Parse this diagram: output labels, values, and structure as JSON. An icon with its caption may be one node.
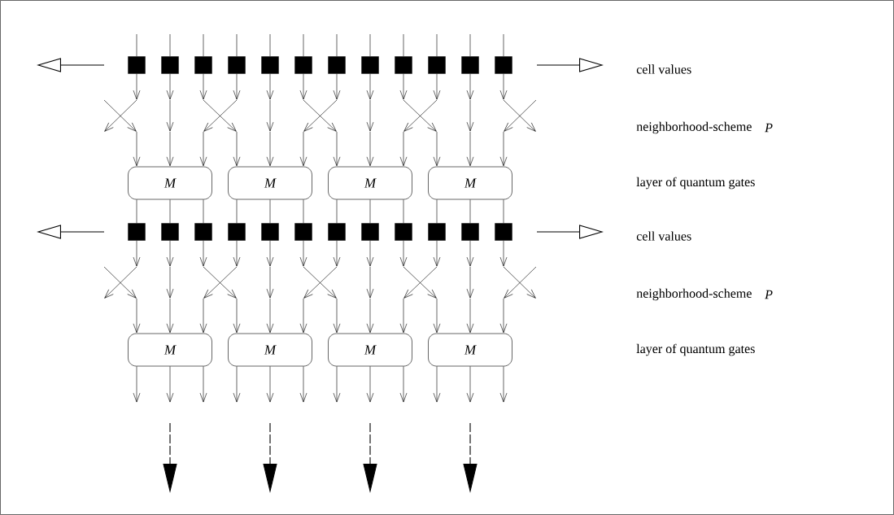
{
  "diagram": {
    "nodes": [
      {
        "text": [],
        "shape": "box"
      },
      {
        "text": [],
        "shape": "box"
      },
      {
        "text": [],
        "shape": "box"
      },
      {
        "text": [],
        "shape": "box"
      },
      {
        "text": [],
        "shape": "box"
      },
      {
        "text": [],
        "shape": "box"
      },
      {
        "text": [],
        "shape": "box"
      },
      {
        "text": [],
        "shape": "box"
      },
      {
        "text": [],
        "shape": "box"
      },
      {
        "text": [],
        "shape": "box"
      },
      {
        "text": [],
        "shape": "box"
      },
      {
        "text": [],
        "shape": "box"
      },
      {
        "text": [
          "M"
        ]
      },
      {
        "text": [
          "M"
        ]
      },
      {
        "text": [
          "M"
        ]
      },
      {
        "text": [
          "M"
        ]
      },
      {
        "text": [],
        "shape": "box"
      },
      {
        "text": [],
        "shape": "box"
      },
      {
        "text": [],
        "shape": "box"
      },
      {
        "text": [],
        "shape": "box"
      },
      {
        "text": [],
        "shape": "box"
      },
      {
        "text": [],
        "shape": "box"
      },
      {
        "text": [],
        "shape": "box"
      },
      {
        "text": [],
        "shape": "box"
      },
      {
        "text": [],
        "shape": "box"
      },
      {
        "text": [],
        "shape": "box"
      },
      {
        "text": [],
        "shape": "box"
      },
      {
        "text": [],
        "shape": "box"
      },
      {
        "text": [
          "M"
        ]
      },
      {
        "text": [
          "M"
        ]
      },
      {
        "text": [
          "M"
        ]
      },
      {
        "text": [
          "M"
        ]
      }
    ],
    "edges": [
      {
        "from": null,
        "to": 0,
        "arrow": "none"
      },
      {
        "from": null,
        "to": 1,
        "arrow": "none"
      },
      {
        "from": null,
        "to": 2,
        "arrow": "none"
      },
      {
        "from": null,
        "to": 3,
        "arrow": "none"
      },
      {
        "from": null,
        "to": 4,
        "arrow": "none"
      },
      {
        "from": null,
        "to": 5,
        "arrow": "none"
      },
      {
        "from": null,
        "to": 6,
        "arrow": "none"
      },
      {
        "from": null,
        "to": 7,
        "arrow": "none"
      },
      {
        "from": null,
        "to": 8,
        "arrow": "none"
      },
      {
        "from": null,
        "to": 9,
        "arrow": "none"
      },
      {
        "from": null,
        "to": 10,
        "arrow": "none"
      },
      {
        "from": null,
        "to": 11,
        "arrow": "none"
      },
      {
        "from": 0,
        "to": null,
        "arrow": "to"
      },
      {
        "from": null,
        "to": 12,
        "arrow": "to"
      },
      {
        "from": 1,
        "to": 12,
        "arrow": "to"
      },
      {
        "from": 3,
        "to": 12,
        "arrow": "to"
      },
      {
        "from": 2,
        "to": 13,
        "arrow": "to"
      },
      {
        "from": 4,
        "to": 13,
        "arrow": "to"
      },
      {
        "from": 6,
        "to": 13,
        "arrow": "to"
      },
      {
        "from": 5,
        "to": 14,
        "arrow": "to"
      },
      {
        "from": 7,
        "to": 14,
        "arrow": "to"
      },
      {
        "from": 9,
        "to": 14,
        "arrow": "to"
      },
      {
        "from": 8,
        "to": 15,
        "arrow": "to"
      },
      {
        "from": 10,
        "to": 15,
        "arrow": "to"
      },
      {
        "from": null,
        "to": 15,
        "arrow": "to"
      },
      {
        "from": 11,
        "to": null,
        "arrow": "to"
      },
      {
        "from": 12,
        "to": 16,
        "arrow": "none"
      },
      {
        "from": 12,
        "to": 17,
        "arrow": "none"
      },
      {
        "from": 12,
        "to": 18,
        "arrow": "none"
      },
      {
        "from": 13,
        "to": 19,
        "arrow": "none"
      },
      {
        "from": 13,
        "to": 20,
        "arrow": "none"
      },
      {
        "from": 13,
        "to": 21,
        "arrow": "none"
      },
      {
        "from": 14,
        "to": 22,
        "arrow": "none"
      },
      {
        "from": 14,
        "to": 23,
        "arrow": "none"
      },
      {
        "from": 14,
        "to": 24,
        "arrow": "none"
      },
      {
        "from": 15,
        "to": 25,
        "arrow": "none"
      },
      {
        "from": 15,
        "to": 26,
        "arrow": "none"
      },
      {
        "from": 15,
        "to": 27,
        "arrow": "none"
      },
      {
        "from": 16,
        "to": null,
        "arrow": "to"
      },
      {
        "from": null,
        "to": 28,
        "arrow": "to"
      },
      {
        "from": 17,
        "to": 28,
        "arrow": "to"
      },
      {
        "from": 19,
        "to": 28,
        "arrow": "to"
      },
      {
        "from": 18,
        "to": 29,
        "arrow": "to"
      },
      {
        "from": 20,
        "to": 29,
        "arrow": "to"
      },
      {
        "from": 22,
        "to": 29,
        "arrow": "to"
      },
      {
        "from": 21,
        "to": 30,
        "arrow": "to"
      },
      {
        "from": 23,
        "to": 30,
        "arrow": "to"
      },
      {
        "from": 25,
        "to": 30,
        "arrow": "to"
      },
      {
        "from": 24,
        "to": 31,
        "arrow": "to"
      },
      {
        "from": 26,
        "to": 31,
        "arrow": "to"
      },
      {
        "from": null,
        "to": 31,
        "arrow": "to"
      },
      {
        "from": 27,
        "to": null,
        "arrow": "to"
      },
      {
        "from": 28,
        "to": null,
        "arrow": "to"
      },
      {
        "from": 28,
        "to": null,
        "arrow": "to"
      },
      {
        "from": 28,
        "to": null,
        "arrow": "to"
      },
      {
        "from": 29,
        "to": null,
        "arrow": "to"
      },
      {
        "from": 29,
        "to": null,
        "arrow": "to"
      },
      {
        "from": 29,
        "to": null,
        "arrow": "to"
      },
      {
        "from": 30,
        "to": null,
        "arrow": "to"
      },
      {
        "from": 30,
        "to": null,
        "arrow": "to"
      },
      {
        "from": 30,
        "to": null,
        "arrow": "to"
      },
      {
        "from": 31,
        "to": null,
        "arrow": "to"
      },
      {
        "from": 31,
        "to": null,
        "arrow": "to"
      },
      {
        "from": 31,
        "to": null,
        "arrow": "to"
      }
    ],
    "labels": [
      "cell values",
      "neighborhood-scheme",
      "P",
      "layer of quantum gates",
      "cell values",
      "neighborhood-scheme",
      "P",
      "layer of quantum gates"
    ]
  }
}
